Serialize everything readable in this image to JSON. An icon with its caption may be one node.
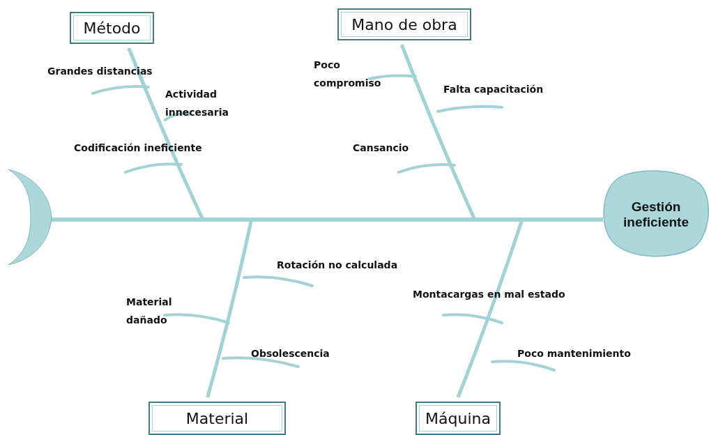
{
  "diagram": {
    "nodes": [
      {
        "text": [
          "Método"
        ]
      },
      {
        "text": [
          "Mano de obra"
        ]
      },
      {
        "text": [
          "Material"
        ]
      },
      {
        "text": [
          "Máquina"
        ]
      },
      {
        "text": [
          "Gestión ineficiente"
        ]
      },
      {
        "text": [],
        "shape": "crescent"
      }
    ],
    "edges": [
      {
        "from": 5,
        "to": 4,
        "arrow": "none"
      },
      {
        "from": 0,
        "to": null,
        "arrow": "none"
      },
      {
        "from": 1,
        "to": null,
        "arrow": "none"
      },
      {
        "from": 2,
        "to": null,
        "arrow": "none"
      },
      {
        "from": 3,
        "to": null,
        "arrow": "none"
      }
    ],
    "labels": [
      "Grandes distancias",
      "Actividad innecesaria",
      "Codificación ineficiente",
      "Poco compromiso",
      "Falta capacitación",
      "Cansancio",
      "Rotación no calculada",
      "Material dañado",
      "Obsolescencia",
      "Montacargas en mal estado",
      "Poco mantenimiento"
    ]
  }
}
